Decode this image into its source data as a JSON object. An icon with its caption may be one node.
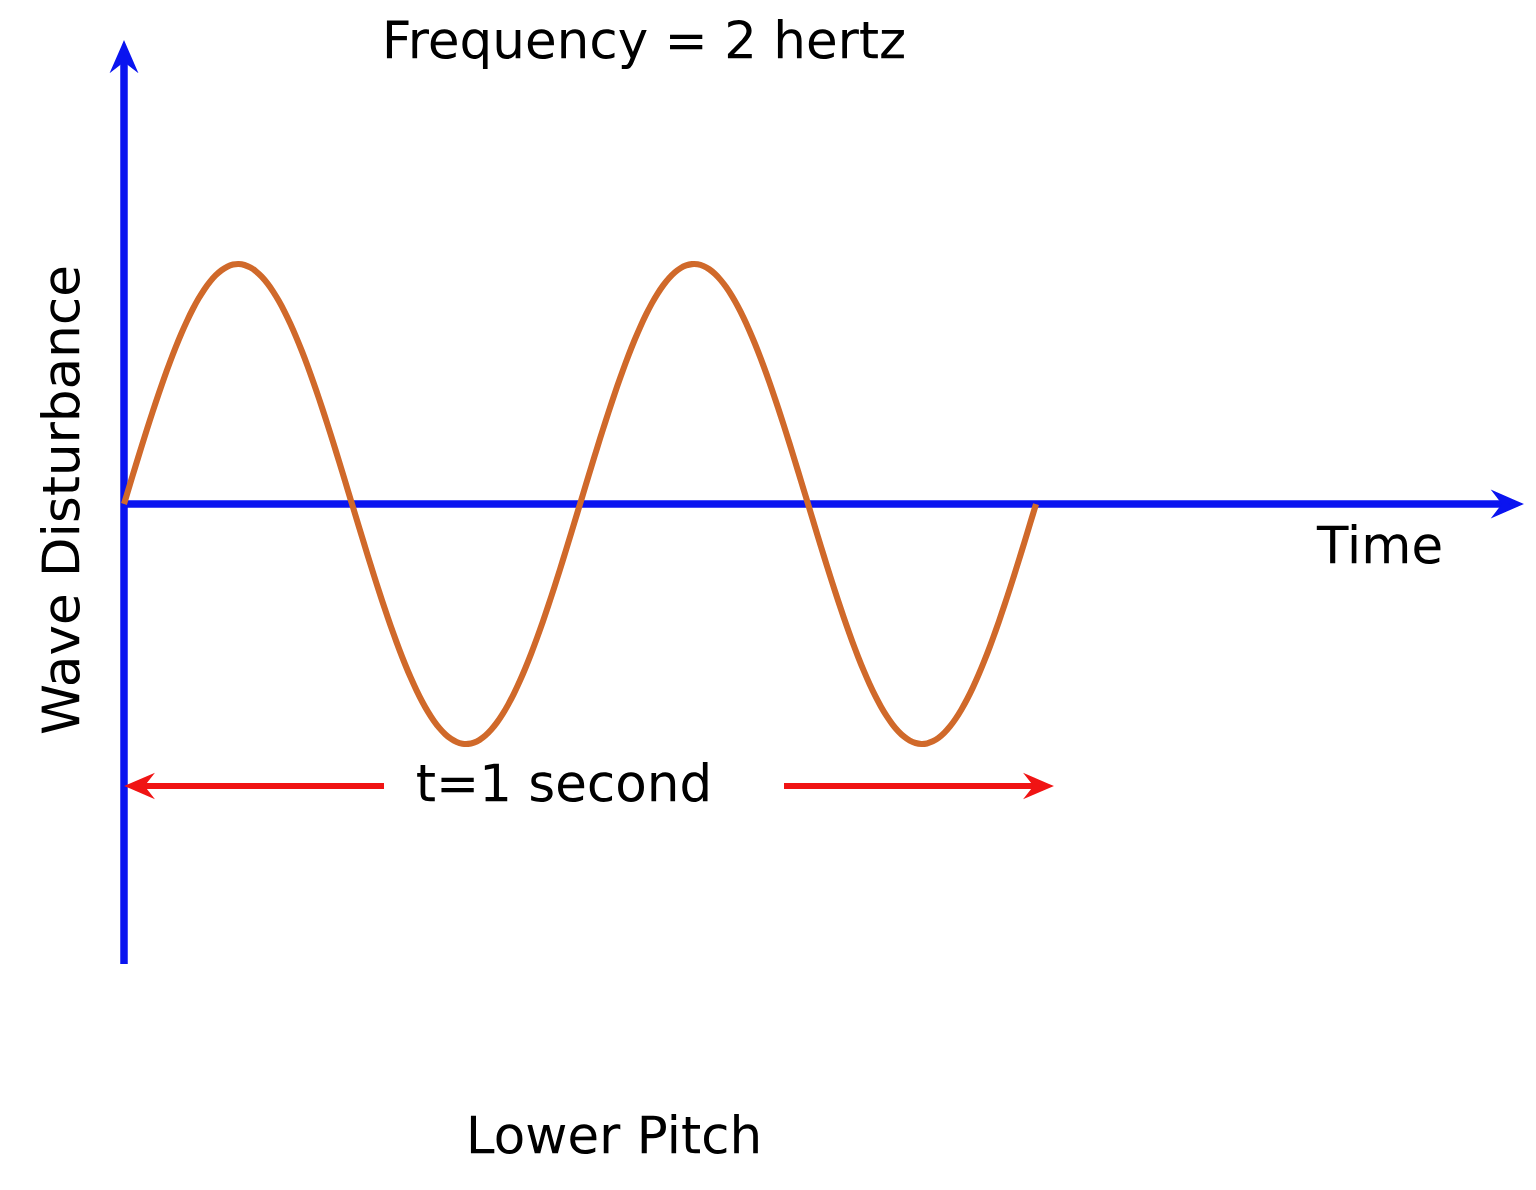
{
  "diagram": {
    "title": "Frequency = 2 hertz",
    "caption": "Lower Pitch",
    "labels": [
      "Wave Disturbance",
      "Time",
      "t=1 second"
    ]
  }
}
